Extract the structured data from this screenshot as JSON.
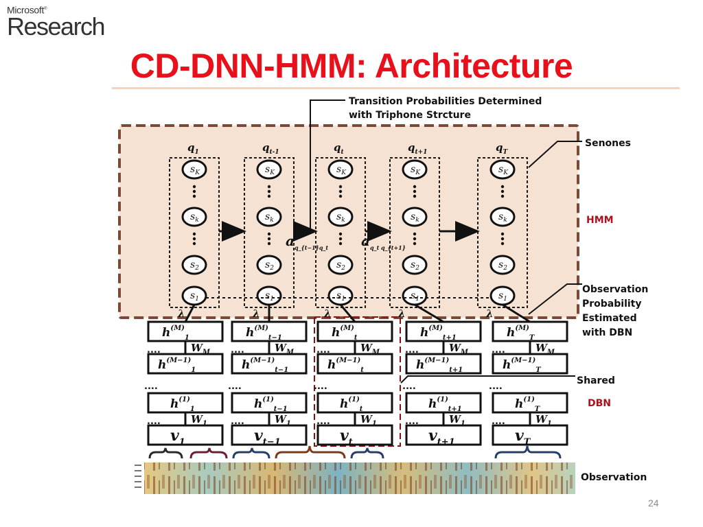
{
  "logo": {
    "brand": "Microsoft",
    "product": "Research"
  },
  "slide": {
    "title": "CD-DNN-HMM: Architecture",
    "page_number": "24"
  },
  "diagram": {
    "annotations": {
      "transition_line1": "Transition Probabilities Determined",
      "transition_line2": "with Triphone Strcture",
      "senones": "Senones",
      "hmm": "HMM",
      "obs_prob_line1": "Observation",
      "obs_prob_line2": "Probability",
      "obs_prob_line3": "Estimated",
      "obs_prob_line4": "with DBN",
      "shared": "Shared",
      "dbn": "DBN",
      "observation": "Observation"
    },
    "columns": [
      {
        "q": "q",
        "q_sub": "1",
        "h_sub": "1",
        "v_sub": "1",
        "h_top_sup": "(M)",
        "h_mid_sup": "(M−1)",
        "h_low_sup": "(1)"
      },
      {
        "q": "q",
        "q_sub": "t-1",
        "h_sub": "t−1",
        "v_sub": "t−1",
        "h_top_sup": "(M)",
        "h_mid_sup": "(M−1)",
        "h_low_sup": "(1)"
      },
      {
        "q": "q",
        "q_sub": "t",
        "h_sub": "t",
        "v_sub": "t",
        "h_top_sup": "(M)",
        "h_mid_sup": "(M−1)",
        "h_low_sup": "(1)"
      },
      {
        "q": "q",
        "q_sub": "t+1",
        "h_sub": "t+1",
        "v_sub": "t+1",
        "h_top_sup": "(M)",
        "h_mid_sup": "(M−1)",
        "h_low_sup": "(1)"
      },
      {
        "q": "q",
        "q_sub": "T",
        "h_sub": "T",
        "v_sub": "T",
        "h_top_sup": "(M)",
        "h_mid_sup": "(M−1)",
        "h_low_sup": "(1)"
      }
    ],
    "states": [
      {
        "s": "s",
        "sub": "K"
      },
      {
        "s": "s",
        "sub": "k"
      },
      {
        "s": "s",
        "sub": "2"
      },
      {
        "s": "s",
        "sub": "1"
      }
    ],
    "transitions": [
      {
        "a": "a",
        "sub": "q_{t−1}q_t"
      },
      {
        "a": "a",
        "sub": "q_t q_{t+1}"
      }
    ],
    "weights": [
      {
        "w": "W",
        "sub": "M"
      },
      {
        "w": "W",
        "sub": "1"
      }
    ],
    "node_letters": {
      "h": "h",
      "v": "v"
    },
    "lambda": "λ",
    "ellipsis": "....",
    "vdots": "⋮",
    "colors": {
      "title": "#e8101a",
      "hmm_fill": "#f6e2d3",
      "hmm_border": "#7a4a36",
      "shared_border": "#8a1010",
      "rule": "#f3d2c0"
    }
  }
}
